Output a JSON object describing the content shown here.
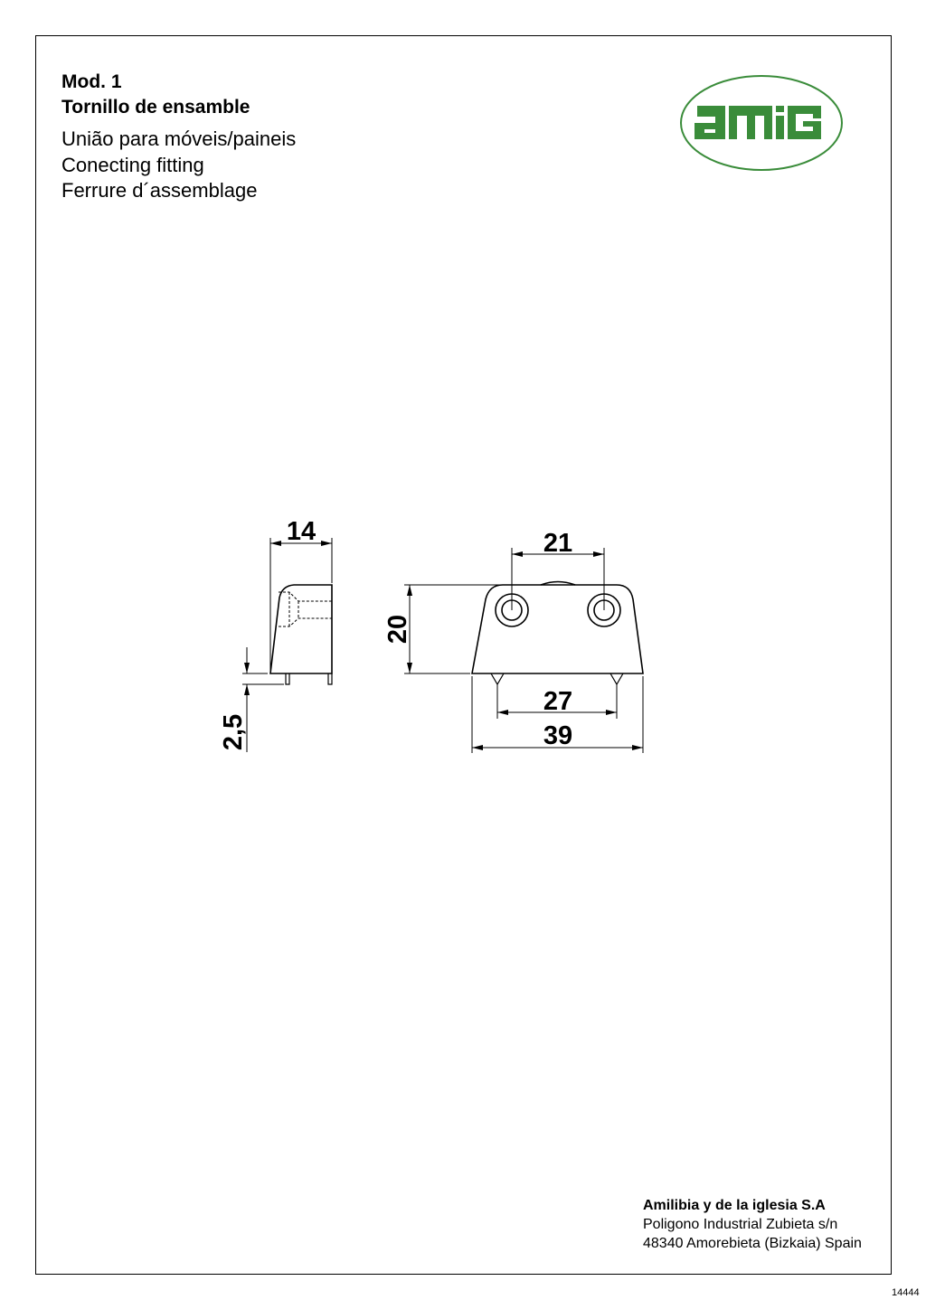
{
  "header": {
    "model": "Mod. 1",
    "title_es": "Tornillo de ensamble",
    "title_pt": "União para móveis/paineis",
    "title_en": "Conecting fitting",
    "title_fr": "Ferrure d´assemblage"
  },
  "logo": {
    "text": "amig",
    "color": "#3a8c3a"
  },
  "dimensions": {
    "width_side": "14",
    "hole_spacing": "21",
    "height": "20",
    "pin_spacing": "27",
    "width_total": "39",
    "pin_length": "2,5"
  },
  "company": {
    "name": "Amilibia y de la iglesia S.A",
    "address_line1": "Poligono Industrial Zubieta s/n",
    "address_line2": "48340 Amorebieta (Bizkaia) Spain"
  },
  "page_number": "14444"
}
